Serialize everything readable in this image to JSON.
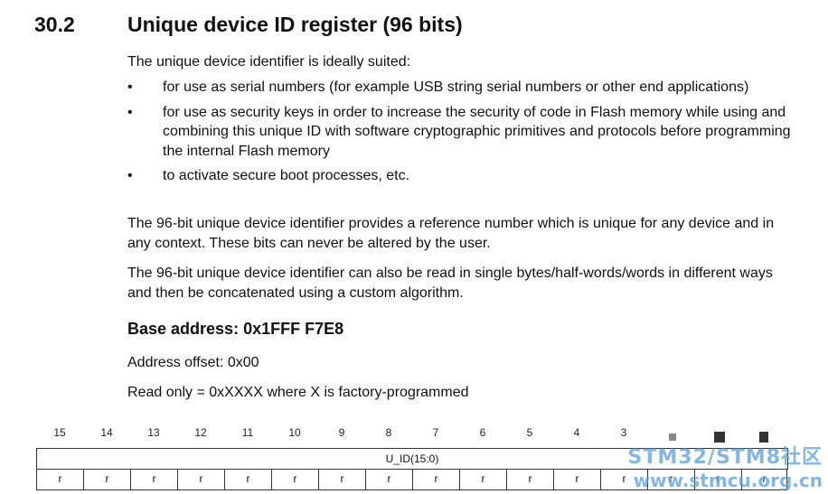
{
  "section": {
    "number": "30.2",
    "title": "Unique device ID register (96 bits)"
  },
  "intro": "The unique device identifier is ideally suited:",
  "bullets": [
    "for use as serial numbers (for example USB string serial numbers or other end applications)",
    "for use as security keys in order to increase the security of code in Flash memory while using and combining this unique ID with software cryptographic primitives and protocols before programming the internal Flash memory",
    "to activate secure boot processes, etc."
  ],
  "bullet_glyph": "•",
  "paragraphs": [
    "The 96-bit unique device identifier provides a reference number which is unique for any device and in any context. These bits can never be altered by the user.",
    "The 96-bit unique device identifier can also be read in single bytes/half-words/words in different ways and then be concatenated using a custom algorithm."
  ],
  "base_address": "Base address: 0x1FFF F7E8",
  "address_offset": "Address offset: 0x00",
  "read_only": "Read only = 0xXXXX where X is factory-programmed",
  "register": {
    "bit_numbers": [
      "15",
      "14",
      "13",
      "12",
      "11",
      "10",
      "9",
      "8",
      "7",
      "6",
      "5",
      "4",
      "3"
    ],
    "field_name": "U_ID(15:0)",
    "access": [
      "r",
      "r",
      "r",
      "r",
      "r",
      "r",
      "r",
      "r",
      "r",
      "r",
      "r",
      "r",
      "r",
      "r",
      "r",
      "r"
    ]
  },
  "watermark": {
    "line1": "STM32/STM8社区",
    "line2": "www.stmcu.org.cn"
  }
}
